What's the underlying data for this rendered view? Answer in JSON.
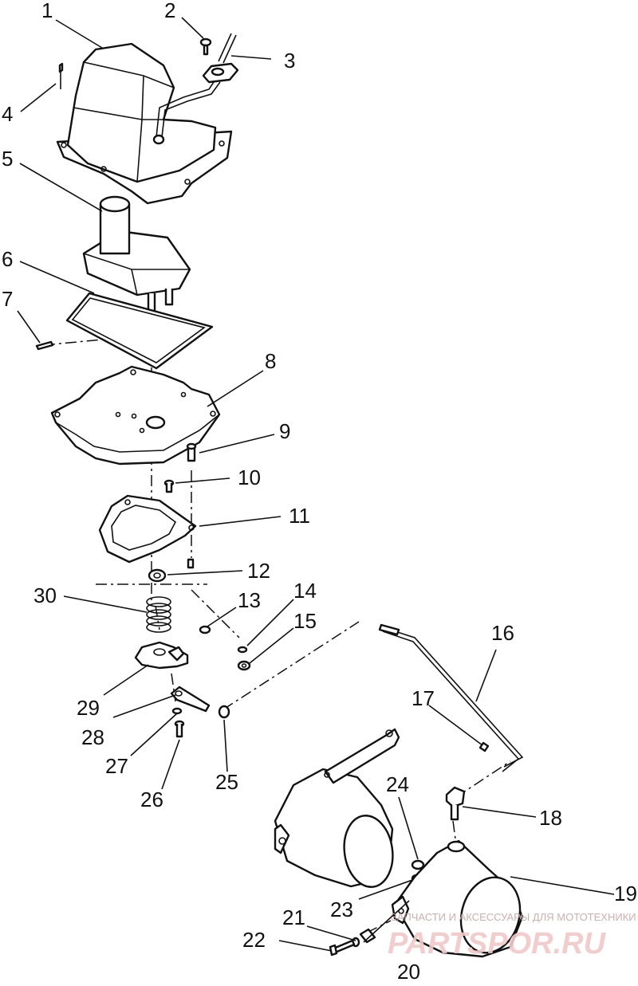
{
  "callouts": {
    "c1": "1",
    "c2": "2",
    "c3": "3",
    "c4": "4",
    "c5": "5",
    "c6": "6",
    "c7": "7",
    "c8": "8",
    "c9": "9",
    "c10": "10",
    "c11": "11",
    "c12": "12",
    "c13": "13",
    "c14": "14",
    "c15": "15",
    "c16": "16",
    "c17": "17",
    "c18": "18",
    "c19": "19",
    "c20": "20",
    "c21": "21",
    "c22": "22",
    "c23": "23",
    "c24": "24",
    "c25": "25",
    "c26": "26",
    "c27": "27",
    "c28": "28",
    "c29": "29",
    "c30": "30"
  },
  "watermark": {
    "tagline": "ЗАПЧАСТИ И АКСЕССУАРЫ ДЛЯ МОТОТЕХНИКИ",
    "logo": "PARTSPOR.RU"
  },
  "colors": {
    "line": "#111111",
    "background": "#ffffff",
    "watermark": "#f0c8c8"
  }
}
